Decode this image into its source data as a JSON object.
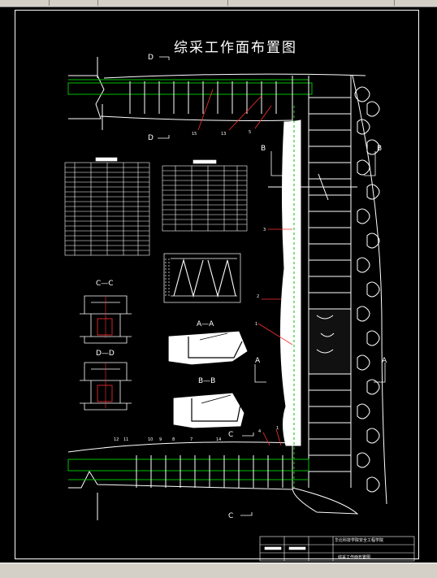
{
  "drawing": {
    "title": "综采工作面布置图"
  },
  "section_marks": {
    "d_top": "D",
    "d_bottom": "D",
    "b_left": "B",
    "b_right": "B",
    "a_left": "A",
    "a_right": "A",
    "c_top": "C",
    "c_bottom": "C"
  },
  "views": {
    "cc": "C—C",
    "dd": "D—D",
    "aa": "A—A",
    "bb": "B—B"
  },
  "title_block": {
    "school": "华北科技学院安全工程学院",
    "drawing_name": "综采工作面布置图"
  },
  "colors": {
    "background": "#000000",
    "line": "#ffffff",
    "equipment": "#00ff00",
    "callout": "#ff3030"
  }
}
